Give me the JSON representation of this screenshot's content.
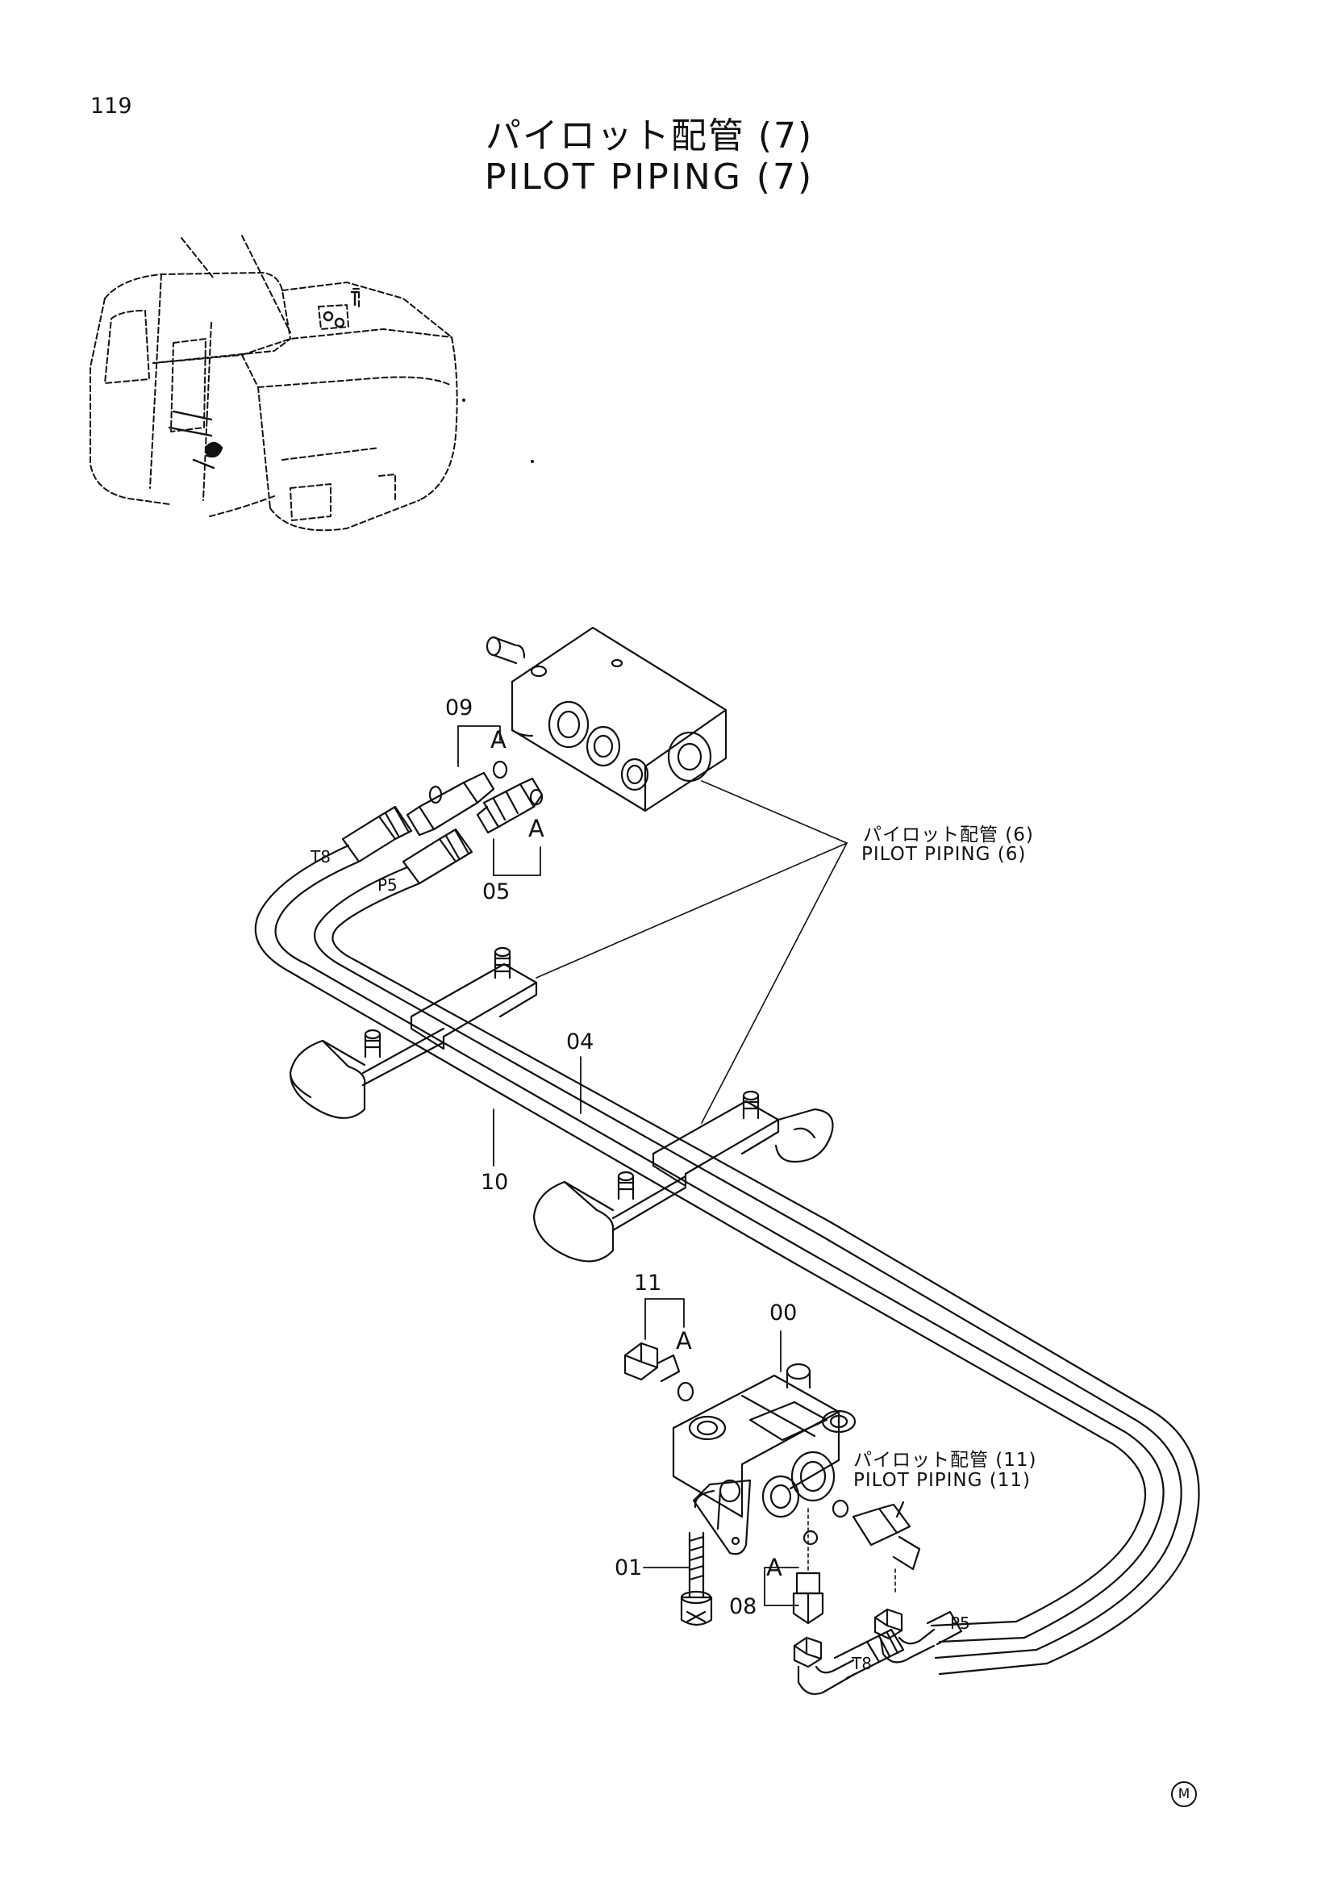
{
  "page": {
    "number": "119",
    "title_ja": "パイロット配管 (7)",
    "title_en": "PILOT PIPING (7)"
  },
  "parts": [
    {
      "id": "p09",
      "label": "09"
    },
    {
      "id": "p05",
      "label": "05"
    },
    {
      "id": "p04",
      "label": "04"
    },
    {
      "id": "p10",
      "label": "10"
    },
    {
      "id": "p11",
      "label": "11"
    },
    {
      "id": "p00",
      "label": "00"
    },
    {
      "id": "p01",
      "label": "01"
    },
    {
      "id": "p08",
      "label": "08"
    }
  ],
  "markers": {
    "a": "A",
    "t8": "T8",
    "p5": "P5"
  },
  "references": {
    "piping6_ja": "パイロット配管 (6)",
    "piping6_en": "PILOT PIPING (6)",
    "piping11_ja": "パイロット配管 (11)",
    "piping11_en": "PILOT PIPING (11)"
  },
  "mark": "M"
}
